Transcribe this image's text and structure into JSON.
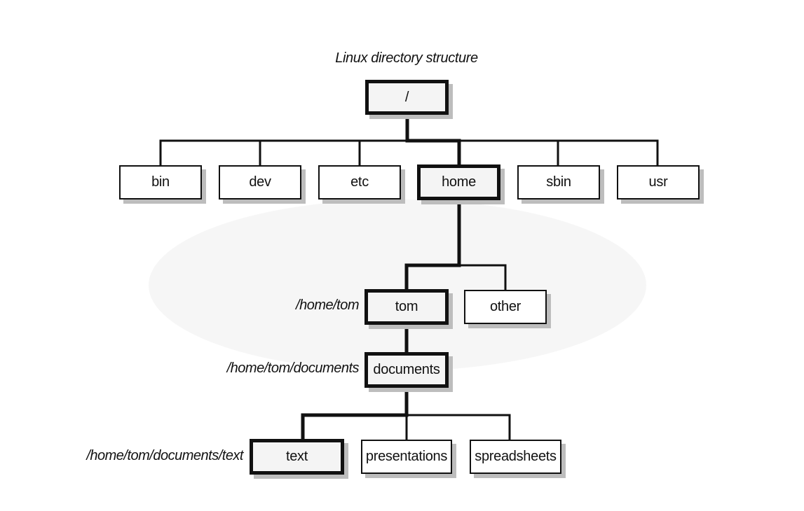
{
  "title": "Linux directory structure",
  "nodes": {
    "root": "/",
    "bin": "bin",
    "dev": "dev",
    "etc": "etc",
    "home": "home",
    "sbin": "sbin",
    "usr": "usr",
    "tom": "tom",
    "other": "other",
    "documents": "documents",
    "text": "text",
    "presentations": "presentations",
    "spreadsheets": "spreadsheets"
  },
  "path_labels": {
    "tom": "/home/tom",
    "documents": "/home/tom/documents",
    "text": "/home/tom/documents/text"
  }
}
